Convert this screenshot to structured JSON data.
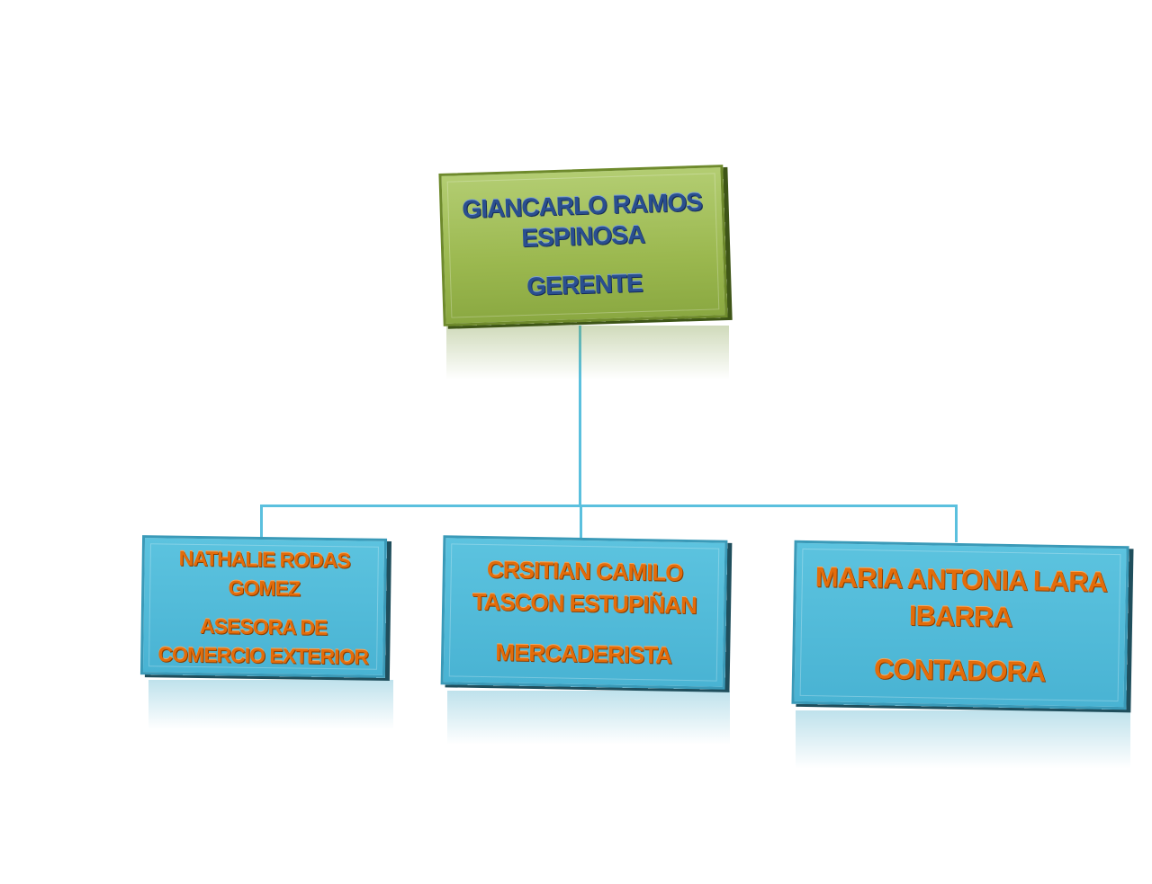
{
  "manager": {
    "name_line1": "GIANCARLO RAMOS",
    "name_line2": "ESPINOSA",
    "role": "GERENTE"
  },
  "staff": [
    {
      "name_line1": "NATHALIE RODAS",
      "name_line2": "GOMEZ",
      "role_line1": "ASESORA DE",
      "role_line2": "COMERCIO EXTERIOR"
    },
    {
      "name_line1": "CRSITIAN CAMILO",
      "name_line2": "TASCON ESTUPIÑAN",
      "role_line1": "MERCADERISTA"
    },
    {
      "name_line1": "MARIA ANTONIA LARA",
      "name_line2": "IBARRA",
      "role_line1": "CONTADORA"
    }
  ],
  "colors": {
    "manager_box": "#9bb84f",
    "staff_box": "#4bb5d5",
    "connector": "#5bc0de",
    "manager_text": "#2a4f8f",
    "staff_text": "#e36c0a"
  }
}
